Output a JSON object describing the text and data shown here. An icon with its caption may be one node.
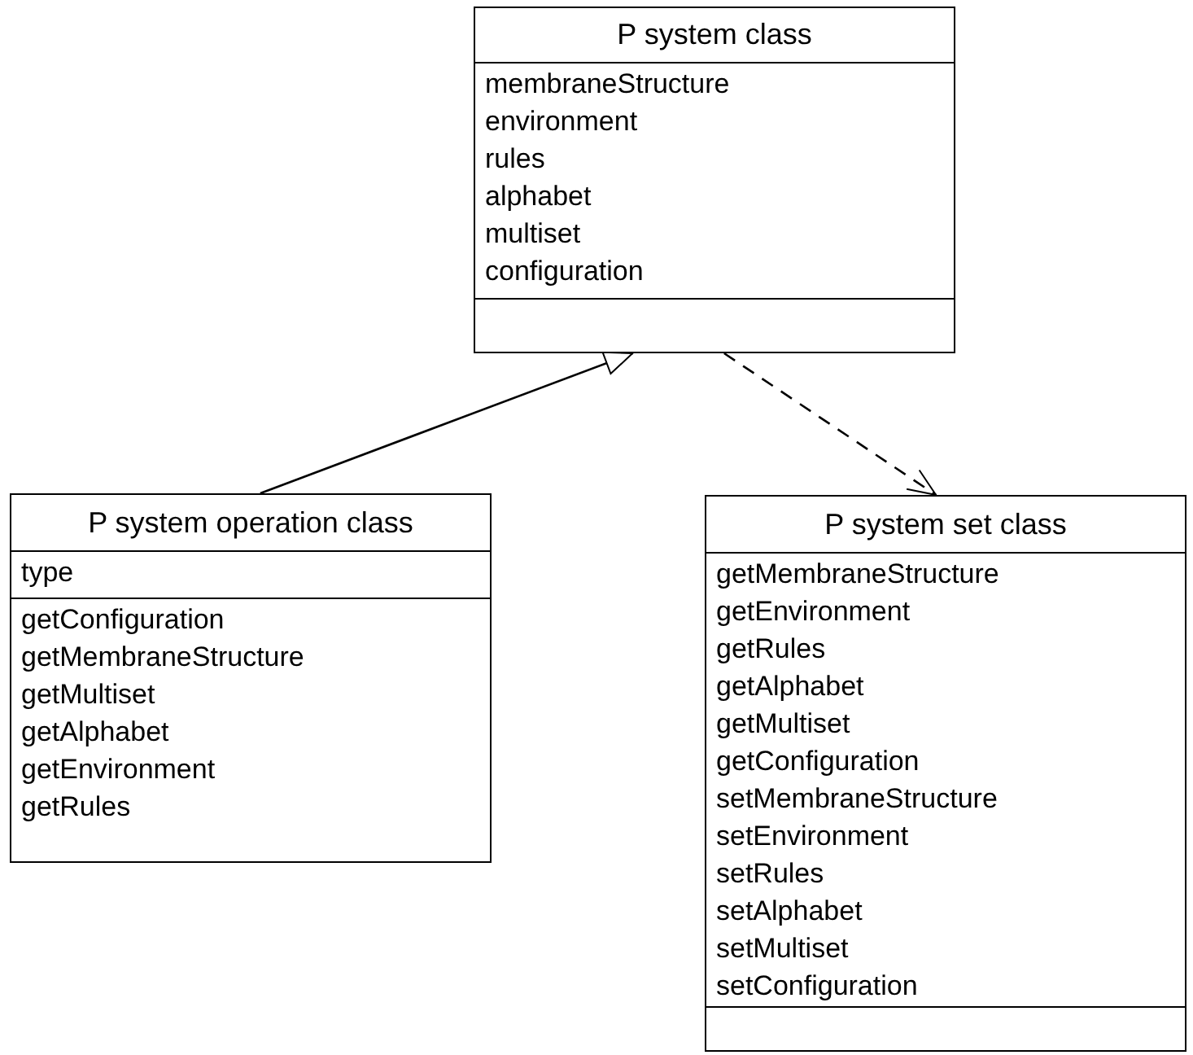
{
  "diagram": {
    "nodes": [
      {
        "text": [
          "P system class",
          "membraneStructure",
          "environment",
          "rules",
          "alphabet",
          "multiset",
          "configuration"
        ]
      },
      {
        "text": [
          "P system operation class",
          "type",
          "getConfiguration",
          "getMembraneStructure",
          "getMultiset",
          "getAlphabet",
          "getEnvironment",
          "getRules"
        ]
      },
      {
        "text": [
          "P system set class",
          "getMembraneStructure",
          "getEnvironment",
          "getRules",
          "getAlphabet",
          "getMultiset",
          "getConfiguration",
          "setMembraneStructure",
          "setEnvironment",
          "setRules",
          "setAlphabet",
          "setMultiset",
          "setConfiguration"
        ]
      }
    ],
    "edges": [
      {
        "from": 1,
        "to": 0,
        "arrow": "to"
      },
      {
        "from": 0,
        "to": 2,
        "arrow": "to",
        "style": "dashed"
      }
    ]
  }
}
